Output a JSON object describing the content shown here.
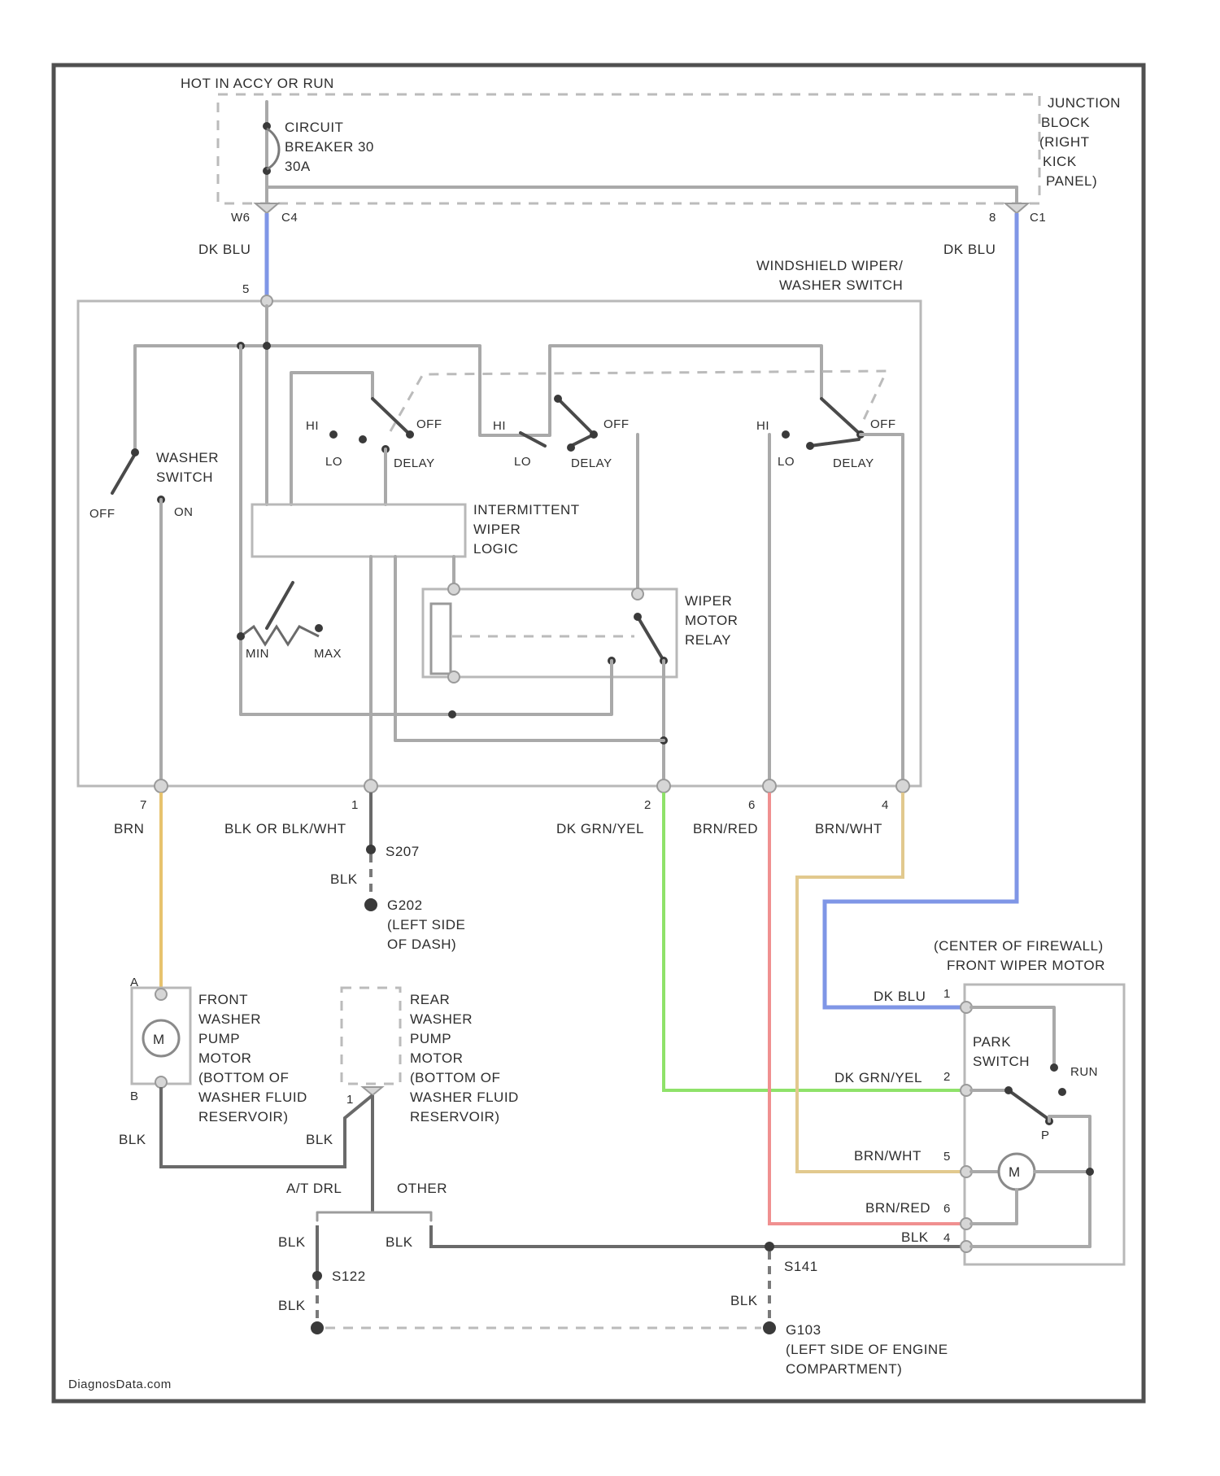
{
  "power": {
    "hot_label": "HOT IN ACCY OR RUN",
    "breaker_lines": [
      "CIRCUIT",
      "BREAKER 30",
      "30A"
    ],
    "junction_lines": [
      "JUNCTION",
      "BLOCK",
      "(RIGHT",
      "KICK",
      "PANEL)"
    ],
    "pin_left_a": "W6",
    "pin_left_b": "C4",
    "pin_right_a": "8",
    "pin_right_b": "C1"
  },
  "wires": {
    "dk_blu_left": "DK BLU",
    "dk_blu_right": "DK BLU",
    "brn": "BRN",
    "blk_or_blkwht": "BLK OR BLK/WHT",
    "dk_grn_yel": "DK GRN/YEL",
    "brn_red": "BRN/RED",
    "brn_wht": "BRN/WHT",
    "blk_s207": "BLK",
    "blk_front_pump": "BLK",
    "blk_rear_pump": "BLK",
    "blk_atdrl": "BLK",
    "blk_other": "BLK",
    "blk_s122": "BLK",
    "blk_s141": "BLK"
  },
  "switch": {
    "title_lines": [
      "WINDSHIELD WIPER/",
      "WASHER SWITCH"
    ],
    "top_pin": "5",
    "washer_lines": [
      "WASHER",
      "SWITCH"
    ],
    "washer_off": "OFF",
    "washer_on": "ON",
    "sw1": {
      "hi": "HI",
      "lo": "LO",
      "off": "OFF",
      "delay": "DELAY"
    },
    "sw2": {
      "hi": "HI",
      "lo": "LO",
      "off": "OFF",
      "delay": "DELAY"
    },
    "sw3": {
      "hi": "HI",
      "lo": "LO",
      "off": "OFF",
      "delay": "DELAY"
    },
    "logic_lines": [
      "INTERMITTENT",
      "WIPER",
      "LOGIC"
    ],
    "relay_lines": [
      "WIPER",
      "MOTOR",
      "RELAY"
    ],
    "min_label": "MIN",
    "max_label": "MAX",
    "bottom_pins": [
      "7",
      "1",
      "2",
      "6",
      "4"
    ]
  },
  "grounds": {
    "s207": "S207",
    "g202_lines": [
      "G202",
      "(LEFT SIDE",
      "OF DASH)"
    ],
    "s122": "S122",
    "s141": "S141",
    "g103_lines": [
      "G103",
      "(LEFT SIDE OF ENGINE",
      "COMPARTMENT)"
    ]
  },
  "pumps": {
    "front_lines": [
      "FRONT",
      "WASHER",
      "PUMP",
      "MOTOR",
      "(BOTTOM OF",
      "WASHER FLUID",
      "RESERVOIR)"
    ],
    "front_pin_top": "A",
    "front_pin_bottom": "B",
    "front_motor": "M",
    "rear_lines": [
      "REAR",
      "WASHER",
      "PUMP",
      "MOTOR",
      "(BOTTOM OF",
      "WASHER FLUID",
      "RESERVOIR)"
    ],
    "rear_pin": "1"
  },
  "branches": {
    "at_drl": "A/T DRL",
    "other": "OTHER"
  },
  "motor": {
    "location": "(CENTER OF FIREWALL)",
    "title": "FRONT WIPER MOTOR",
    "park_lines": [
      "PARK",
      "SWITCH"
    ],
    "run": "RUN",
    "p": "P",
    "m": "M",
    "pins": [
      {
        "wire": "DK BLU",
        "pin": "1"
      },
      {
        "wire": "DK GRN/YEL",
        "pin": "2"
      },
      {
        "wire": "BRN/WHT",
        "pin": "5"
      },
      {
        "wire": "BRN/RED",
        "pin": "6"
      },
      {
        "wire": "BLK",
        "pin": "4"
      }
    ]
  },
  "watermark": "DiagnosData.com",
  "colors": {
    "dk_blu": "#7f96e6",
    "brn": "#e7c36e",
    "dk_grn_yel": "#8fe26a",
    "brn_red": "#f09090",
    "brn_wht": "#e2c98e",
    "blk": "#777777",
    "wire_gray": "#a9a9a9"
  }
}
